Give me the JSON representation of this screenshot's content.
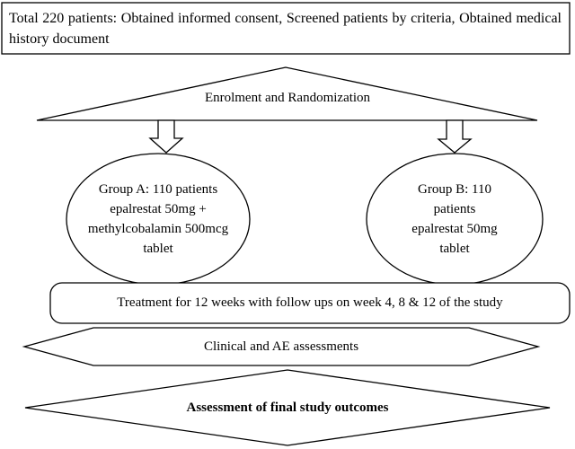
{
  "header": {
    "text": "Total 220 patients: Obtained informed consent, Screened patients by criteria, Obtained medical history document"
  },
  "enrolment": {
    "label": "Enrolment and Randomization"
  },
  "group_a": {
    "line1": "Group A: 110 patients",
    "line2": "epalrestat 50mg +",
    "line3": "methylcobalamin 500mcg",
    "line4": "tablet"
  },
  "group_b": {
    "line1": "Group B: 110",
    "line2": "patients",
    "line3": "epalrestat 50mg",
    "line4": "tablet"
  },
  "treatment": {
    "label": "Treatment for 12 weeks with follow ups on week 4, 8 & 12 of the study"
  },
  "assessments": {
    "label": "Clinical and AE assessments"
  },
  "final": {
    "label": "Assessment of final study outcomes"
  }
}
